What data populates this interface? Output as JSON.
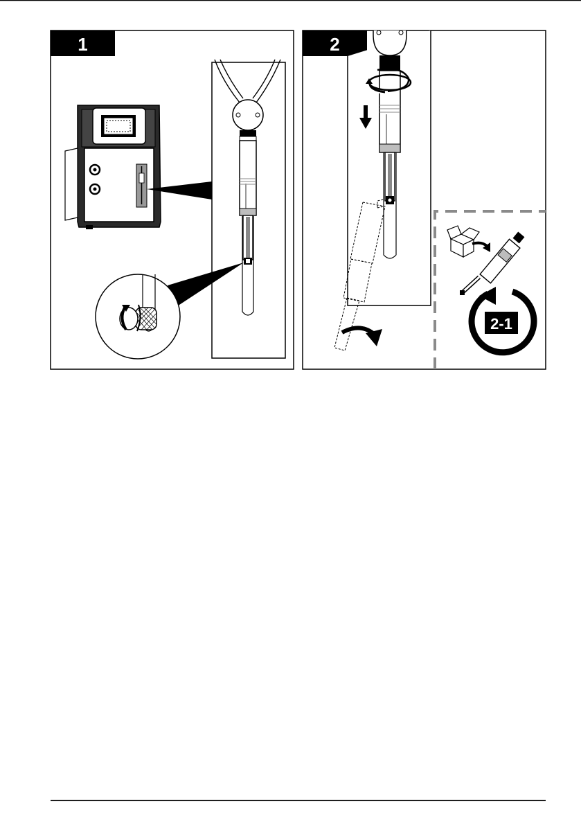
{
  "step1": {
    "number": "1"
  },
  "step2": {
    "number": "2"
  },
  "step2_1": {
    "label": "2-1"
  },
  "colors": {
    "ink": "#000000",
    "gray": "#909090",
    "mid": "#bdbdbd",
    "dashed": "#8a8a8a"
  }
}
